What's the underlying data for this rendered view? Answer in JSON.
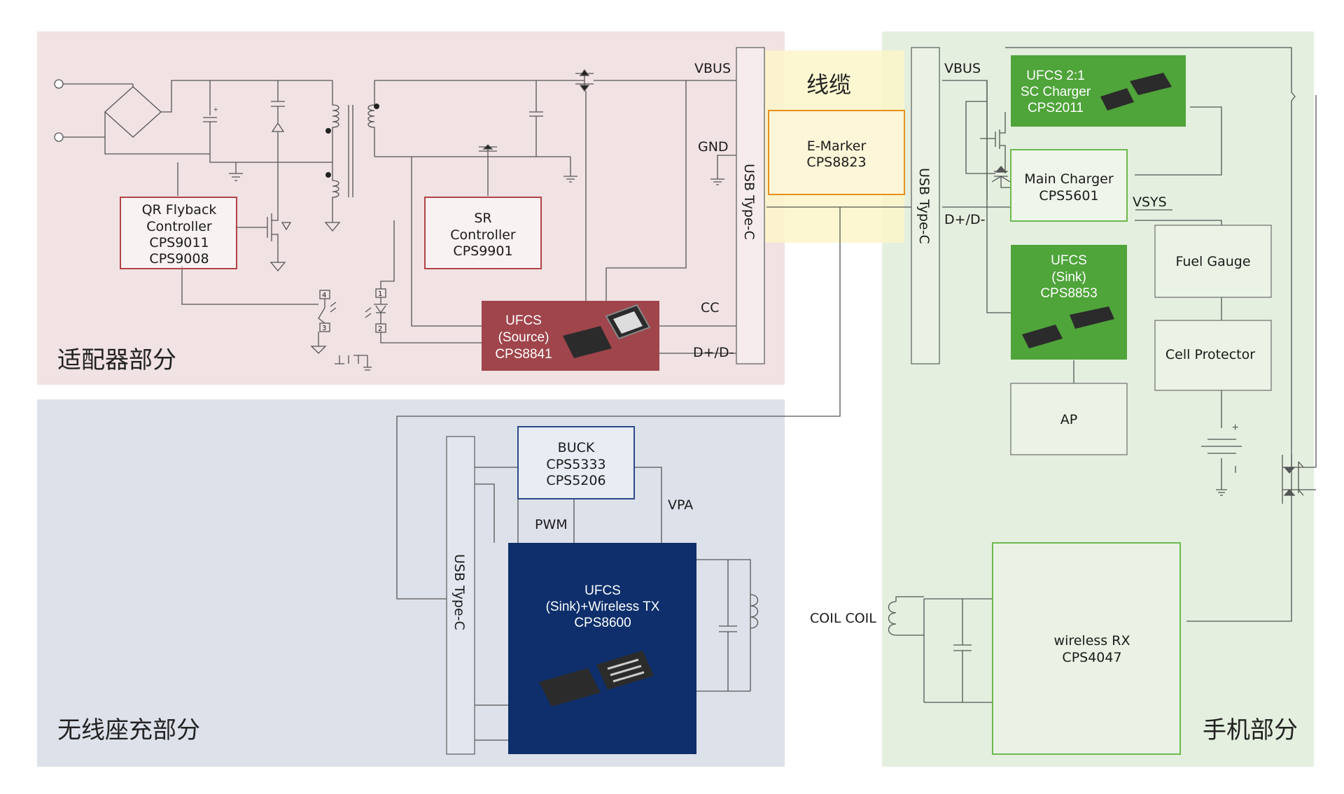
{
  "colors": {
    "adapter_bg": "#f1e2e3",
    "wireless_bg": "#dde1ea",
    "phone_bg": "#e4efdf",
    "cable_bg": "#fbf6c9",
    "adapter_box": "#b04449",
    "adapter_chip_fill": "#9f454b",
    "green_fill": "#4fa43a",
    "green_border": "#6cba4f",
    "navy_fill": "#0e2f6b",
    "blue_border": "#2b4a88",
    "orange_border": "#e8901c"
  },
  "sections": {
    "adapter": "适配器部分",
    "wireless": "无线座充部分",
    "phone": "手机部分",
    "cable": "线缆"
  },
  "adapter": {
    "qr_flyback": [
      "QR Flyback",
      "Controller",
      "CPS9011",
      "CPS9008"
    ],
    "sr_controller": [
      "SR",
      "Controller",
      "CPS9901"
    ],
    "ufcs_source": [
      "UFCS",
      "(Source)",
      "CPS8841"
    ],
    "labels": {
      "vbus": "VBUS",
      "gnd": "GND",
      "cc": "CC",
      "dpdm": "D+/D-"
    },
    "usb": "USB Type-C",
    "opto_pins": [
      "4",
      "3",
      "1",
      "2"
    ]
  },
  "cable": {
    "emarker": [
      "E-Marker",
      "CPS8823"
    ]
  },
  "phone": {
    "usb": "USB Type-C",
    "labels": {
      "vbus": "VBUS",
      "dpdm": "D+/D-",
      "vsys": "VSYS"
    },
    "sc_charger": [
      "UFCS 2:1",
      "SC Charger",
      "CPS2011"
    ],
    "main_charger": [
      "Main Charger",
      "CPS5601"
    ],
    "ufcs_sink": [
      "UFCS",
      "(Sink)",
      "CPS8853"
    ],
    "fuel_gauge": "Fuel Gauge",
    "cell_protector": "Cell Protector",
    "ap": "AP",
    "wireless_rx": [
      "wireless RX",
      "CPS4047"
    ],
    "battery_plus": "+"
  },
  "wireless": {
    "usb": "USB Type-C",
    "buck": [
      "BUCK",
      "CPS5333",
      "CPS5206"
    ],
    "pwm": "PWM",
    "vpa": "VPA",
    "tx": [
      "UFCS",
      "(Sink)+Wireless TX",
      "CPS8600"
    ],
    "coil_label": "COIL COIL"
  }
}
